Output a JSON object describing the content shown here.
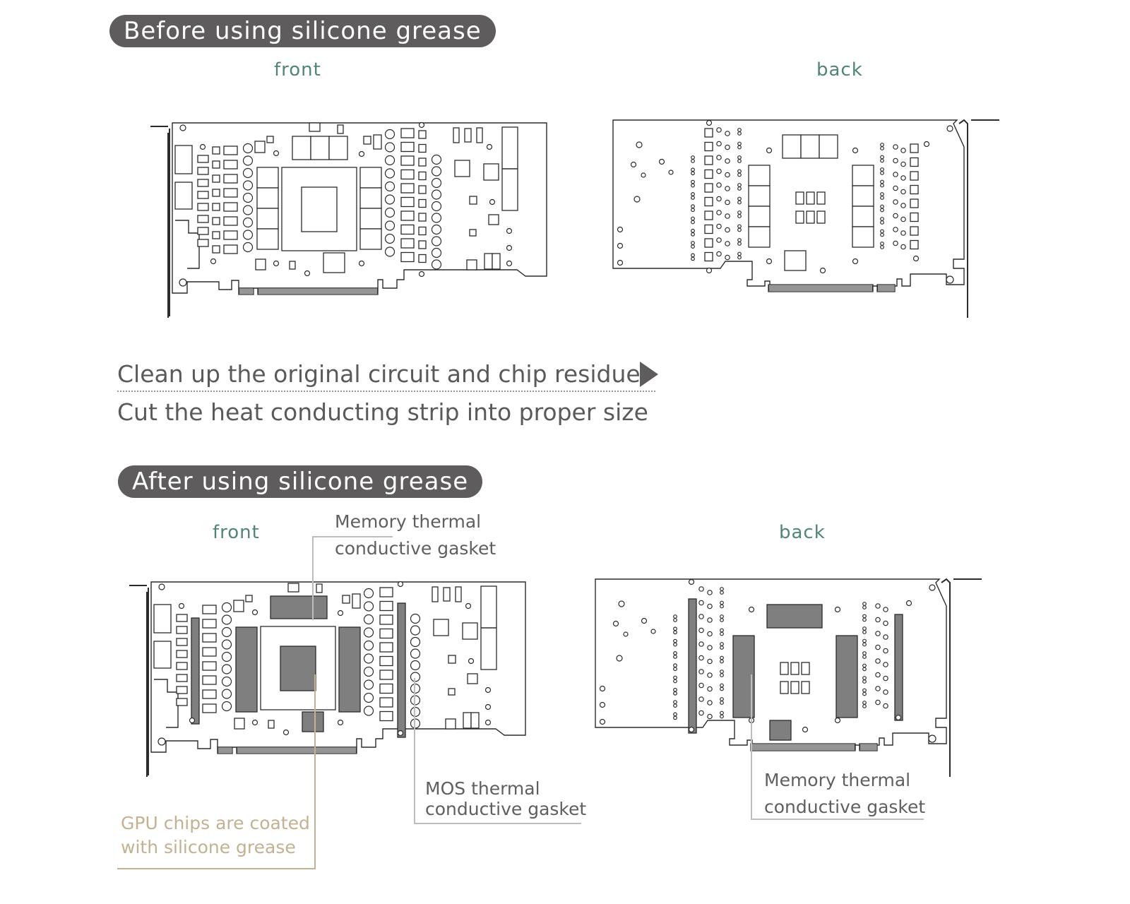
{
  "before_section": {
    "title": "Before using silicone grease",
    "front_label": "front",
    "back_label": "back"
  },
  "steps": [
    "Clean up the original circuit and chip residue",
    "Cut the heat conducting strip into proper size"
  ],
  "after_section": {
    "title": "After using silicone grease",
    "front_label": "front",
    "back_label": "back",
    "callouts": {
      "front_memory": [
        "Memory thermal",
        "conductive gasket"
      ],
      "front_mos": [
        "MOS thermal",
        "conductive gasket"
      ],
      "front_gpu": [
        "GPU chips are coated",
        "with silicone grease"
      ],
      "back_memory": [
        "Memory thermal",
        "conductive gasket"
      ]
    }
  },
  "colors": {
    "pill_bg": "#5e5c5c",
    "side_label": "#4f8676",
    "pad_fill": "#7f7f7f",
    "gpu_callout": "#c2b290",
    "line": "#2b2b2b"
  }
}
